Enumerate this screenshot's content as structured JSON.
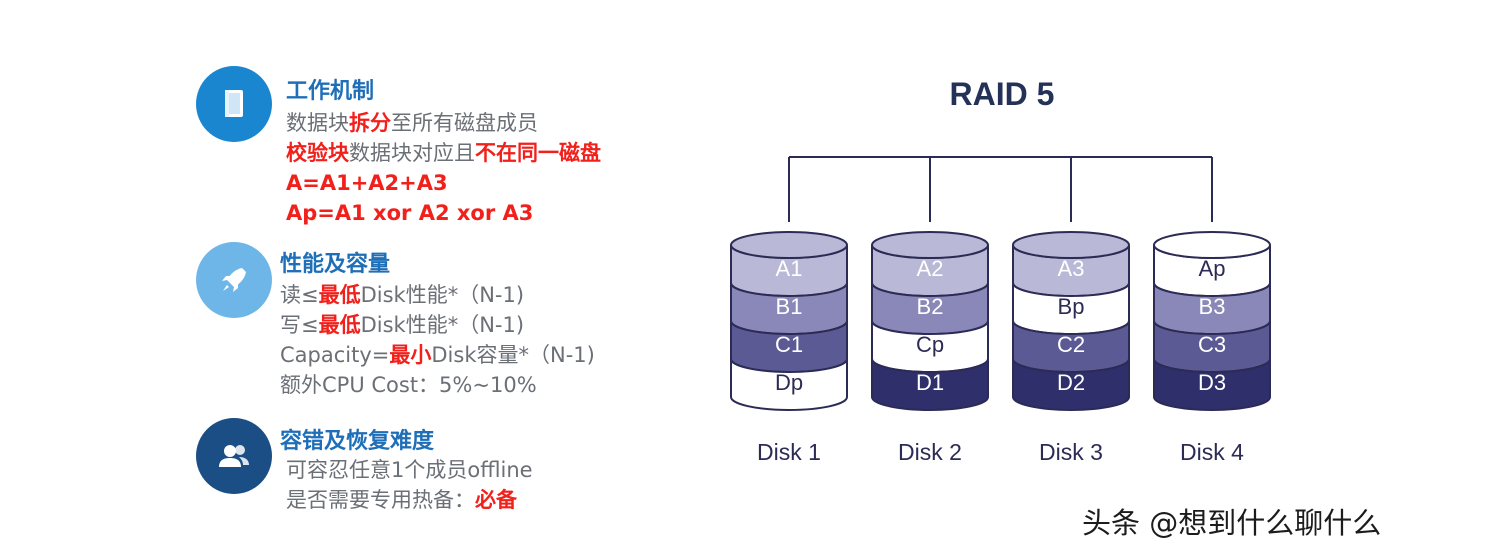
{
  "sections": [
    {
      "icon": "book-icon",
      "title": "工作机制",
      "lines": [
        [
          {
            "t": "数据块",
            "r": false
          },
          {
            "t": "拆分",
            "r": true
          },
          {
            "t": "至所有磁盘成员",
            "r": false
          }
        ],
        [
          {
            "t": "校验块",
            "r": true
          },
          {
            "t": "数据块对应且",
            "r": false
          },
          {
            "t": "不在同一磁盘",
            "r": true
          }
        ],
        [
          {
            "t": "A=A1+A2+A3",
            "r": true
          }
        ],
        [
          {
            "t": "Ap=A1 xor A2 xor A3",
            "r": true
          }
        ]
      ]
    },
    {
      "icon": "rocket-icon",
      "title": "性能及容量",
      "lines": [
        [
          {
            "t": "读≤",
            "r": false
          },
          {
            "t": "最低",
            "r": true
          },
          {
            "t": "Disk性能*（N-1)",
            "r": false
          }
        ],
        [
          {
            "t": "写≤",
            "r": false
          },
          {
            "t": "最低",
            "r": true
          },
          {
            "t": "Disk性能*（N-1)",
            "r": false
          }
        ],
        [
          {
            "t": "Capacity=",
            "r": false
          },
          {
            "t": "最小",
            "r": true
          },
          {
            "t": "Disk容量*（N-1)",
            "r": false
          }
        ],
        [
          {
            "t": "额外CPU Cost：5%~10%",
            "r": false
          }
        ]
      ]
    },
    {
      "icon": "users-icon",
      "title": "容错及恢复难度",
      "lines": [
        [
          {
            "t": "可容忍任意1个成员offline",
            "r": false
          }
        ],
        [
          {
            "t": "是否需要专用热备：",
            "r": false
          },
          {
            "t": "必备",
            "r": true
          }
        ]
      ]
    }
  ],
  "diagram": {
    "title": "RAID 5",
    "disks": [
      {
        "label": "Disk 1",
        "blocks": [
          {
            "text": "A1",
            "kind": "a"
          },
          {
            "text": "B1",
            "kind": "b"
          },
          {
            "text": "C1",
            "kind": "c"
          },
          {
            "text": "Dp",
            "kind": "p"
          }
        ]
      },
      {
        "label": "Disk 2",
        "blocks": [
          {
            "text": "A2",
            "kind": "a"
          },
          {
            "text": "B2",
            "kind": "b"
          },
          {
            "text": "Cp",
            "kind": "p"
          },
          {
            "text": "D1",
            "kind": "d"
          }
        ]
      },
      {
        "label": "Disk 3",
        "blocks": [
          {
            "text": "A3",
            "kind": "a"
          },
          {
            "text": "Bp",
            "kind": "p"
          },
          {
            "text": "C2",
            "kind": "c"
          },
          {
            "text": "D2",
            "kind": "d"
          }
        ]
      },
      {
        "label": "Disk 4",
        "blocks": [
          {
            "text": "Ap",
            "kind": "p"
          },
          {
            "text": "B3",
            "kind": "b"
          },
          {
            "text": "C3",
            "kind": "c"
          },
          {
            "text": "D3",
            "kind": "d"
          }
        ]
      }
    ],
    "colors": {
      "a": "#b9b8d6",
      "b": "#8a88b8",
      "c": "#5b5a95",
      "d": "#2f2f6b",
      "p": "#ffffff",
      "outline": "#2b2b55",
      "text_dark": "#2b2b55",
      "text_light": "#ffffff"
    }
  },
  "icon_colors": {
    "book-icon": "#1b86d0",
    "rocket-icon": "#6fb6e8",
    "users-icon": "#1c4e86"
  },
  "watermark": "头条 @想到什么聊什么"
}
